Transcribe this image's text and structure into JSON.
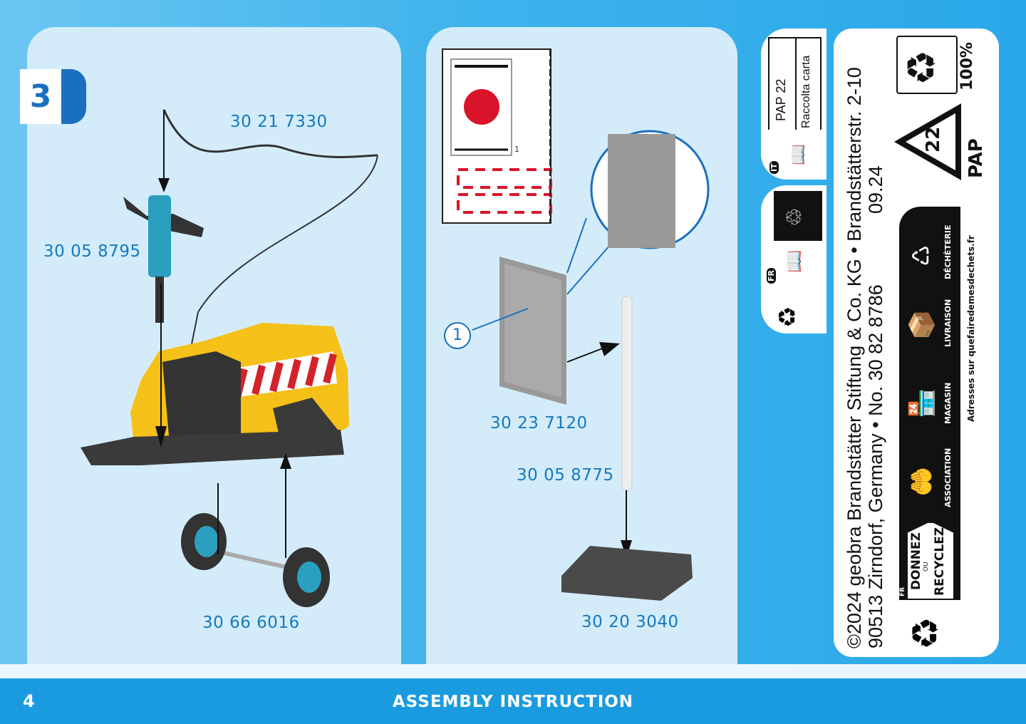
{
  "step": {
    "number": "3"
  },
  "panel1": {
    "parts": [
      "30 21 7330",
      "30 05 8795",
      "30 66 6016"
    ]
  },
  "panel2": {
    "parts": [
      "30 23 7120",
      "30 05 8775",
      "30 20 3040"
    ],
    "callout": "1",
    "sticker_index": "1"
  },
  "info": {
    "copyright_line1": "©2024 geobra Brandstätter Stiftung & Co. KG • Brandstätterstr. 2-10",
    "copyright_line2": "90513 Zirndorf, Germany • No. 30 82 8786",
    "date": "09.24",
    "it_label": "IT",
    "it_code": "PAP 22",
    "it_text": "Raccolta carta",
    "fr_label": "FR",
    "recycle_percent": "100%",
    "triangle_number": "22",
    "triangle_code": "PAP",
    "fr_band": {
      "tag": "FR",
      "donnez": "DONNEZ",
      "ou": "OU",
      "recyclez": "RECYCLEZ",
      "options": [
        "ASSOCIATION",
        "MAGASIN",
        "LIVRAISON",
        "DÉCHÈTERIE"
      ]
    },
    "addresses": "Adresses sur quefairedemesdechets.fr"
  },
  "footer": {
    "page": "4",
    "title": "ASSEMBLY INSTRUCTION"
  },
  "colors": {
    "accent": "#1a9be0",
    "panel": "#d4ecfa",
    "label": "#1579c0"
  }
}
